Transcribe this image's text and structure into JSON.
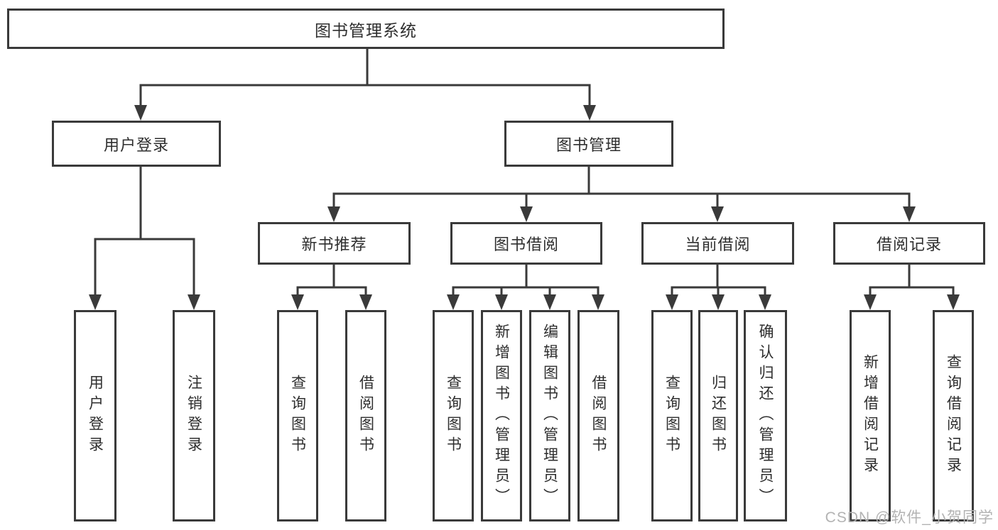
{
  "tree": {
    "root": "图书管理系统",
    "user_login": {
      "label": "用户登录",
      "children": [
        "用户登录",
        "注销登录"
      ]
    },
    "book_mgmt": {
      "label": "图书管理",
      "sections": [
        {
          "label": "新书推荐",
          "children": [
            "查询图书",
            "借阅图书"
          ]
        },
        {
          "label": "图书借阅",
          "children": [
            "查询图书",
            "新增图书（管理员）",
            "编辑图书（管理员）",
            "借阅图书"
          ]
        },
        {
          "label": "当前借阅",
          "children": [
            "查询图书",
            "归还图书",
            "确认归还（管理员）"
          ]
        },
        {
          "label": "借阅记录",
          "children": [
            "新增借阅记录",
            "查询借阅记录"
          ]
        }
      ]
    }
  },
  "watermark": {
    "text": "CSDN @软件_小贺同学"
  },
  "colors": {
    "line": "#3a3a3a",
    "ink": "#2e2e2e",
    "watermark": "#b3b3b3",
    "bg": "#ffffff"
  }
}
